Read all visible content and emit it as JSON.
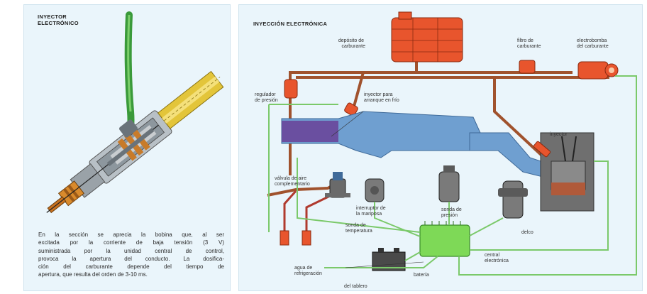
{
  "left": {
    "title_lines": [
      "INYECTOR",
      "ELECTRÓNICO"
    ],
    "caption_lines": [
      "En la sección se aprecia la bobina que, al ser",
      "excitada por la corriente de baja tensión (3 V)",
      "suministrada por la unidad central de control,",
      "provoca la apertura del conducto. La dosifica-",
      "ción del carburante depende del tiempo de",
      "apertura, que resulta del orden de 3-10 ms."
    ]
  },
  "right": {
    "title": "INYECCIÓN ELECTRÓNICA",
    "labels": {
      "deposito": [
        "depósito de",
        "carburante"
      ],
      "filtro": [
        "filtro de",
        "carburante"
      ],
      "electrobomba": [
        "electrobomba",
        "del carburante"
      ],
      "regulador": [
        "regulador",
        "de presión"
      ],
      "inyector_arranque": [
        "inyector para",
        "arranque en frío"
      ],
      "inyector": [
        "inyector"
      ],
      "valvula": [
        "válvula de aire",
        "complementario"
      ],
      "interruptor": [
        "interruptor de",
        "la mariposa"
      ],
      "sonda_presion": [
        "sonda de",
        "presión"
      ],
      "sonda_temperatura": [
        "sonda de",
        "temperatura"
      ],
      "delco": [
        "delco"
      ],
      "central": [
        "central",
        "electrónica"
      ],
      "agua": [
        "agua de",
        "refrigeración"
      ],
      "bateria": [
        "batería"
      ],
      "tablero": [
        "del tablero"
      ]
    }
  },
  "colors": {
    "panel_bg": "#eaf5fb",
    "fuel_tank": "#e8552d",
    "fuel_line": "#a0522d",
    "intake": "#6f9fd0",
    "intake_dark": "#6a4fa0",
    "control_unit": "#7ed957",
    "wire_green": "#7bc96a",
    "engine": "#6f6f6f",
    "hose_green": "#3a9a3a",
    "injector_yellow": "#e3c53a"
  }
}
